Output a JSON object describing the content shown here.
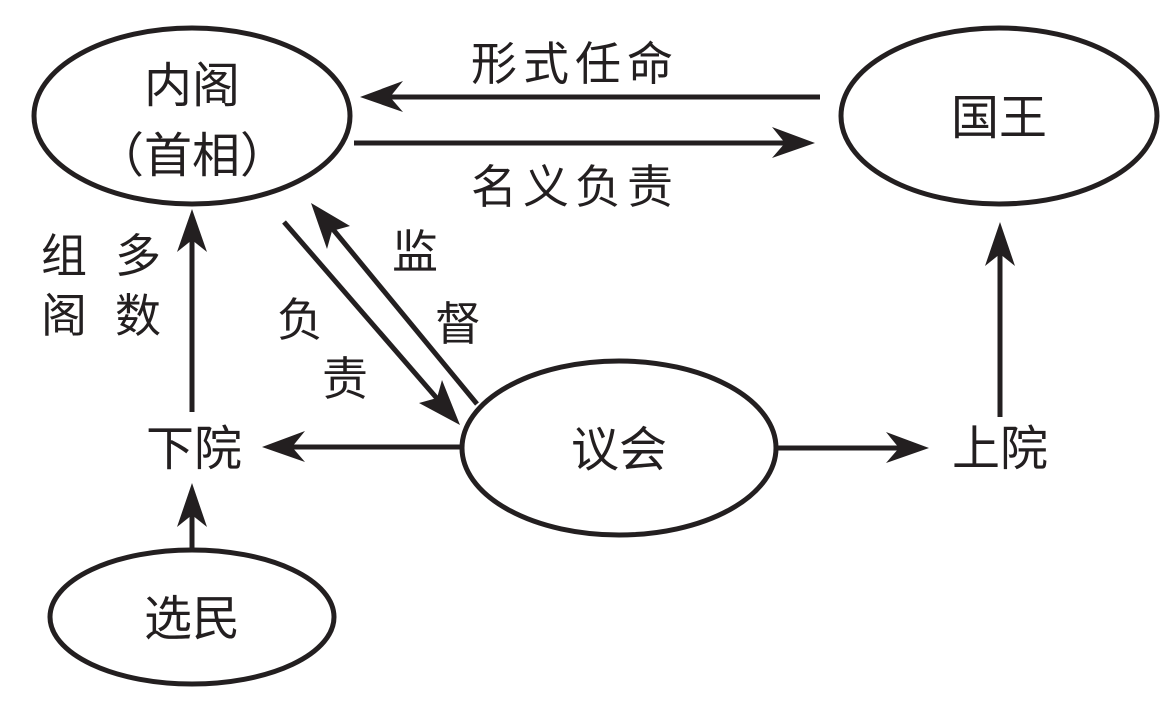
{
  "diagram": {
    "type": "flow",
    "nodes": {
      "cabinet": {
        "line1": "内阁",
        "line2": "（首相）"
      },
      "king": {
        "label": "国王"
      },
      "parliament": {
        "label": "议会"
      },
      "lower_house": {
        "label": "下院"
      },
      "upper_house": {
        "label": "上院"
      },
      "voters": {
        "label": "选民"
      }
    },
    "edges": {
      "king_to_cabinet": {
        "from": "国王",
        "to": "内阁（首相）",
        "label": "形式任命"
      },
      "cabinet_to_king": {
        "from": "内阁（首相）",
        "to": "国王",
        "label": "名义负责"
      },
      "cabinet_to_parliament": {
        "from": "内阁（首相）",
        "to": "议会",
        "label_chars": [
          "负",
          "责"
        ]
      },
      "parliament_to_cabinet": {
        "from": "议会",
        "to": "内阁（首相）",
        "label_chars": [
          "监",
          "督"
        ]
      },
      "lower_to_cabinet": {
        "from": "下院",
        "to": "内阁（首相）",
        "label_col_right": [
          "多",
          "数"
        ],
        "label_col_left": [
          "组",
          "阁"
        ]
      },
      "parliament_to_lower": {
        "from": "议会",
        "to": "下院"
      },
      "parliament_to_upper": {
        "from": "议会",
        "to": "上院"
      },
      "upper_to_king": {
        "from": "上院",
        "to": "国王"
      },
      "voters_to_lower": {
        "from": "选民",
        "to": "下院"
      }
    }
  }
}
